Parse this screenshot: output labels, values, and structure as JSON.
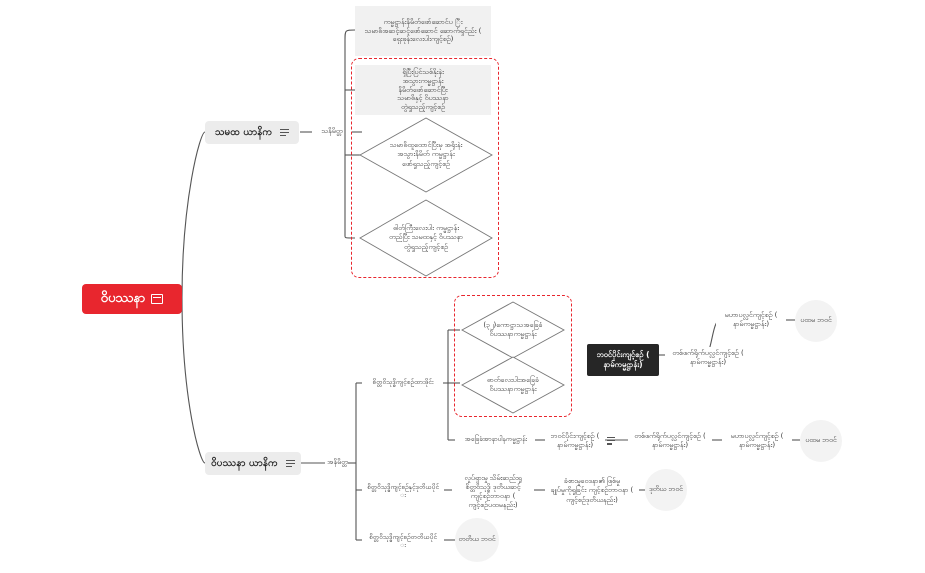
{
  "root": {
    "label": "ဝိပဿနာ"
  },
  "branches": {
    "samatha": {
      "label": "သမထ ယာနိက",
      "sub": "သနိမိတ္တ"
    },
    "vipassana": {
      "label": "ဝိပဿနာ ယာနိက",
      "sub": "အနိမိတ္တ"
    }
  },
  "samatha_items": {
    "box1": "ကမ္မဋ္ဌာန်းနိမိတ်ဖော်ဆောင်ပ ြီး\nသမာဓိအဆင့်ဆင့်ဖော်ဆောင် ဆောက်ရှင်ည်း (\nရှေးဖုန်းလေးပါးကျင့်စဉ်)",
    "box2": "ရှိပြီးပြင်သစ်နိုးနဲး\nအသွားကမ္မဋ္ဌာန်း\nနိမိတ်ဖော်ဆောင်ပြီး\nသမာဓိနှင့် ဝိပဿနာ\nတွဲရှုသည့်ကျင့်စဉ်",
    "dia1": "သမာဓိထူထောင်ပြီးမှ အရိုးနဲး\nအသွားနိမိတ် ကမ္မဋ္ဌာန်း\nဖော်ရှုသည့်ကျင့်စဉ်",
    "dia2": "ဓါတ်ကြီးလေးပါး ကမ္မဋ္ဌာန်း\nတည်ပြီး သမထနှင့် ဝိပဿနာ\nတွဲရှုသည့်ကျင့်စဉ်"
  },
  "vipassana_items": {
    "l1": "စိတ္တဝိသုဒ္ဓိကျင့်စဉ်ထားဖိုင်း",
    "l2": "စိတ္တဝိသုဒ္ဓိကျင့်စဉ်နှင့်ဒုတိယပိုင် း",
    "l3": "စိတ္တဝိသုဒ္ဓိကျင့်စဉ်တတိယပိုင် း",
    "dia3": "(၃၂)ကောဋ္ဌာသအခြေခံ\nဝိပဿနာကမ္မဋ္ဌာန်း",
    "dia4": "ဓာတ်လေးပါးအခြေခံ\nဝိပဿနာကမ္မဋ္ဌာန်း",
    "basic": "အခြေခံအာနာပါနကမ္မဋ္ဌာန်း",
    "bc1": "ဘဝင်ပိုင်းကျင့်စဉ် (\nနာမ်ကမ္မဋ္ဌာန်း)",
    "bc2": "တစ်ဖက်ရိုက်ပလ္လင်ကျင့်စဉ် (\nနာမ်ကမ္မဋ္ဌာန်း)",
    "bc3": "မဟာပလ္လင်ကျင့်စဉ် (\nနာမ်ကမ္မဋ္ဌာန်း)",
    "c_pathama2": "ပထမ ဘဝင်",
    "dark": "ဘဝင်ပိုင်းကျင့်စဉ် (\nနာမ်ကမ္မဋ္ဌာန်း)",
    "dk1": "တစ်ဖက်ရိုက်ပလ္လင်ကျင့်စဉ် (\nနာမ်ကမ္မဋ္ဌာန်း)",
    "dk2": "မဟာပလ္လင်ကျင့်စဉ် (\nနာမ်ကမ္မဋ္ဌာန်း)",
    "c_pathama": "ပထမ ဘဝင်",
    "l2a": "လှုပ်ရှားမှု သိမ်းဆည်းရှု\nစိတ္တဝိသုဒ္ဓိ ဒုတိယဆင့်\nကျင့်စဉ်ဘာဝနာ (\nကျင့်စဉ်ပထမနည်း)",
    "l2b": "ခံစားမှုဝေဒနာ၏ ဖြစ်မှု\nချုပ်မှုကိုရှုခြင်း ကျင့်စဉ်ဘာဝနာ (\nကျင့်စဉ်ဒုတိယနည်း)",
    "c_dutiya": "ဒုတိယ ဘဝင်",
    "c_tatiya": "တတိယ ဘဝင်"
  }
}
